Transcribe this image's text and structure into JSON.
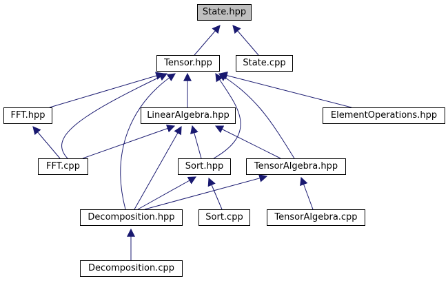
{
  "graph": {
    "nodes": {
      "state_hpp": "State.hpp",
      "tensor_hpp": "Tensor.hpp",
      "state_cpp": "State.cpp",
      "fft_hpp": "FFT.hpp",
      "linearalgebra_hpp": "LinearAlgebra.hpp",
      "elementoperations_hpp": "ElementOperations.hpp",
      "fft_cpp": "FFT.cpp",
      "sort_hpp": "Sort.hpp",
      "tensoralgebra_hpp": "TensorAlgebra.hpp",
      "decomposition_hpp": "Decomposition.hpp",
      "sort_cpp": "Sort.cpp",
      "tensoralgebra_cpp": "TensorAlgebra.cpp",
      "decomposition_cpp": "Decomposition.cpp"
    },
    "current_node": "state_hpp",
    "edge_color": "#191970",
    "edges": [
      [
        "tensor_hpp",
        "state_hpp"
      ],
      [
        "state_cpp",
        "state_hpp"
      ],
      [
        "fft_hpp",
        "tensor_hpp"
      ],
      [
        "fft_cpp",
        "tensor_hpp"
      ],
      [
        "linearalgebra_hpp",
        "tensor_hpp"
      ],
      [
        "elementoperations_hpp",
        "tensor_hpp"
      ],
      [
        "tensoralgebra_hpp",
        "tensor_hpp"
      ],
      [
        "sort_hpp",
        "tensor_hpp"
      ],
      [
        "decomposition_hpp",
        "tensor_hpp"
      ],
      [
        "fft_cpp",
        "fft_hpp"
      ],
      [
        "fft_cpp",
        "linearalgebra_hpp"
      ],
      [
        "sort_hpp",
        "linearalgebra_hpp"
      ],
      [
        "tensoralgebra_hpp",
        "linearalgebra_hpp"
      ],
      [
        "decomposition_hpp",
        "linearalgebra_hpp"
      ],
      [
        "decomposition_hpp",
        "sort_hpp"
      ],
      [
        "sort_cpp",
        "sort_hpp"
      ],
      [
        "decomposition_hpp",
        "tensoralgebra_hpp"
      ],
      [
        "tensoralgebra_cpp",
        "tensoralgebra_hpp"
      ],
      [
        "decomposition_cpp",
        "decomposition_hpp"
      ]
    ]
  }
}
